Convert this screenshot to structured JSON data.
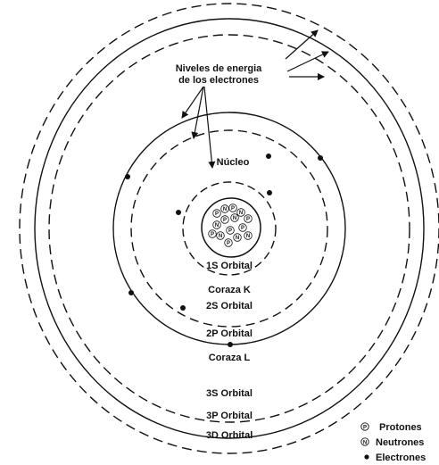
{
  "labels": {
    "niveles_line1": "Niveles de energia",
    "niveles_line2": "de los electrones",
    "nucleo": "Núcleo",
    "orbital_1s": "1S Orbital",
    "coraza_k": "Coraza K",
    "orbital_2s": "2S Orbital",
    "orbital_2p": "2P Orbital",
    "coraza_l": "Coraza L",
    "orbital_3s": "3S Orbital",
    "orbital_3p": "3P Orbital",
    "orbital_3d": "3D Orbital"
  },
  "legend": {
    "protones": "Protones",
    "neutrones": "Neutrones",
    "electrones": "Electrones",
    "proton_symbol": "P",
    "neutron_symbol": "N"
  },
  "nucleus_particles": [
    "P",
    "N",
    "P",
    "N",
    "P",
    "N",
    "P",
    "N",
    "P",
    "N",
    "P",
    "N",
    "P",
    "N",
    "P"
  ]
}
